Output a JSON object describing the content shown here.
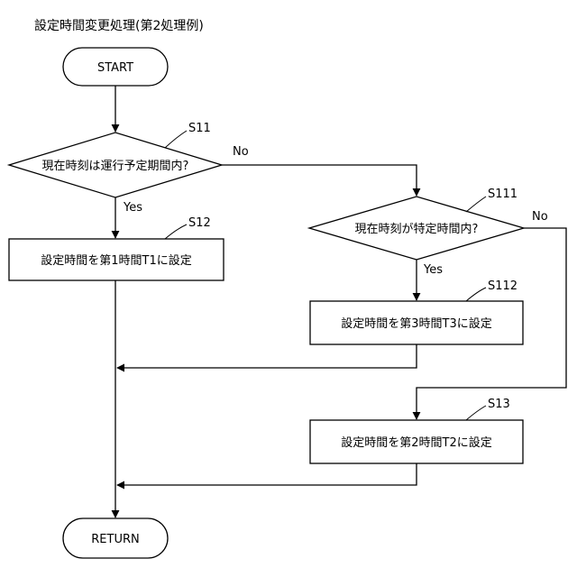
{
  "title": "設定時間変更処理(第2処理例)",
  "start": "START",
  "end": "RETURN",
  "decisions": {
    "s11": {
      "step": "S11",
      "text": "現在時刻は運行予定期間内?",
      "no": "No",
      "yes": "Yes"
    },
    "s111": {
      "step": "S111",
      "text": "現在時刻が特定時間内?",
      "no": "No",
      "yes": "Yes"
    }
  },
  "processes": {
    "s12": {
      "step": "S12",
      "text": "設定時間を第1時間T1に設定"
    },
    "s112": {
      "step": "S112",
      "text": "設定時間を第3時間T3に設定"
    },
    "s13": {
      "step": "S13",
      "text": "設定時間を第2時間T2に設定"
    }
  }
}
